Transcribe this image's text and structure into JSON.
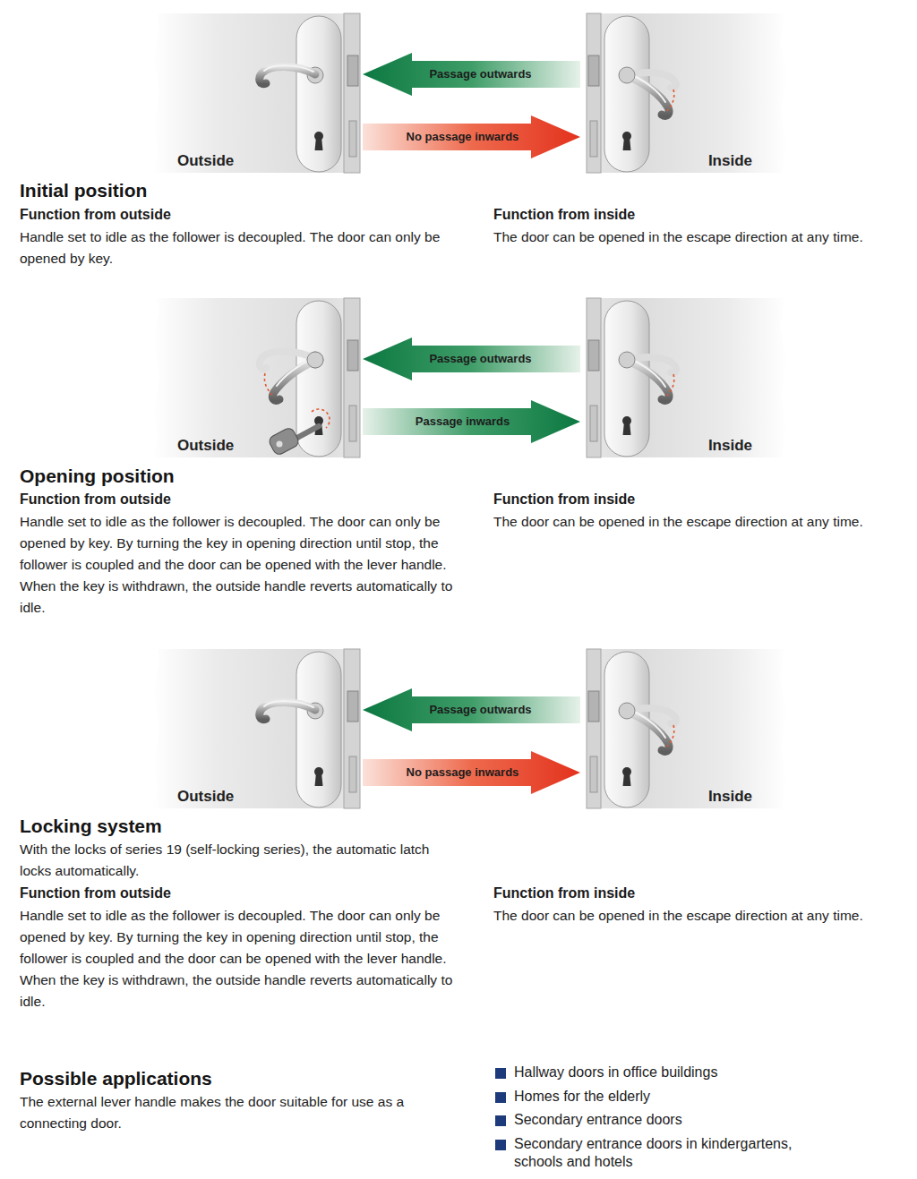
{
  "diagram": {
    "nodes": [
      {
        "text": [
          "Outside"
        ]
      },
      {
        "text": [
          "Inside"
        ]
      },
      {
        "text": [
          "Outside"
        ]
      },
      {
        "text": [
          "Inside"
        ]
      },
      {
        "text": [
          "Outside"
        ]
      },
      {
        "text": [
          "Inside"
        ]
      }
    ],
    "edges": [
      {
        "from": 1,
        "to": 0,
        "arrow": "to",
        "label": "Passage outwards"
      },
      {
        "from": 0,
        "to": 1,
        "arrow": "to",
        "label": "No passage inwards"
      },
      {
        "from": 3,
        "to": 2,
        "arrow": "to",
        "label": "Passage outwards"
      },
      {
        "from": 2,
        "to": 3,
        "arrow": "to",
        "label": "Passage inwards"
      },
      {
        "from": 5,
        "to": 4,
        "arrow": "to",
        "label": "Passage outwards"
      },
      {
        "from": 4,
        "to": 5,
        "arrow": "to",
        "label": "No passage inwards"
      }
    ],
    "labels": [
      "Initial position",
      "Function from outside",
      "Handle set to idle as the follower is decoupled. The door can only be opened by key.",
      "Function from inside",
      "The door can be opened in the escape direction at any time.",
      "Opening position",
      "Function from outside",
      "Handle set to idle as the follower is decoupled. The door can only be opened by key. By turning the key in opening direction until stop, the follower is coupled and the door can be opened with the lever handle. When the key is withdrawn, the outside handle reverts automatically to idle.",
      "Function from inside",
      "The door can be opened in the escape direction at any time.",
      "Locking system",
      "With the locks of series 19 (self-locking series), the automatic latch locks automatically.",
      "Function from outside",
      "Handle set to idle as the follower is decoupled. The door can only be opened by key. By turning the key in opening direction until stop, the follower is coupled and the door can be opened with the lever handle. When the key is withdrawn, the outside handle reverts automatically to idle.",
      "Function from inside",
      "The door can be opened in the escape direction at any time.",
      "Possible applications",
      "The external lever handle makes the door suitable for use as a connecting door.",
      "Hallway doors in office buildings",
      "Homes for the elderly",
      "Secondary entrance doors",
      "Secondary entrance doors in kindergartens, schools and hotels"
    ]
  }
}
